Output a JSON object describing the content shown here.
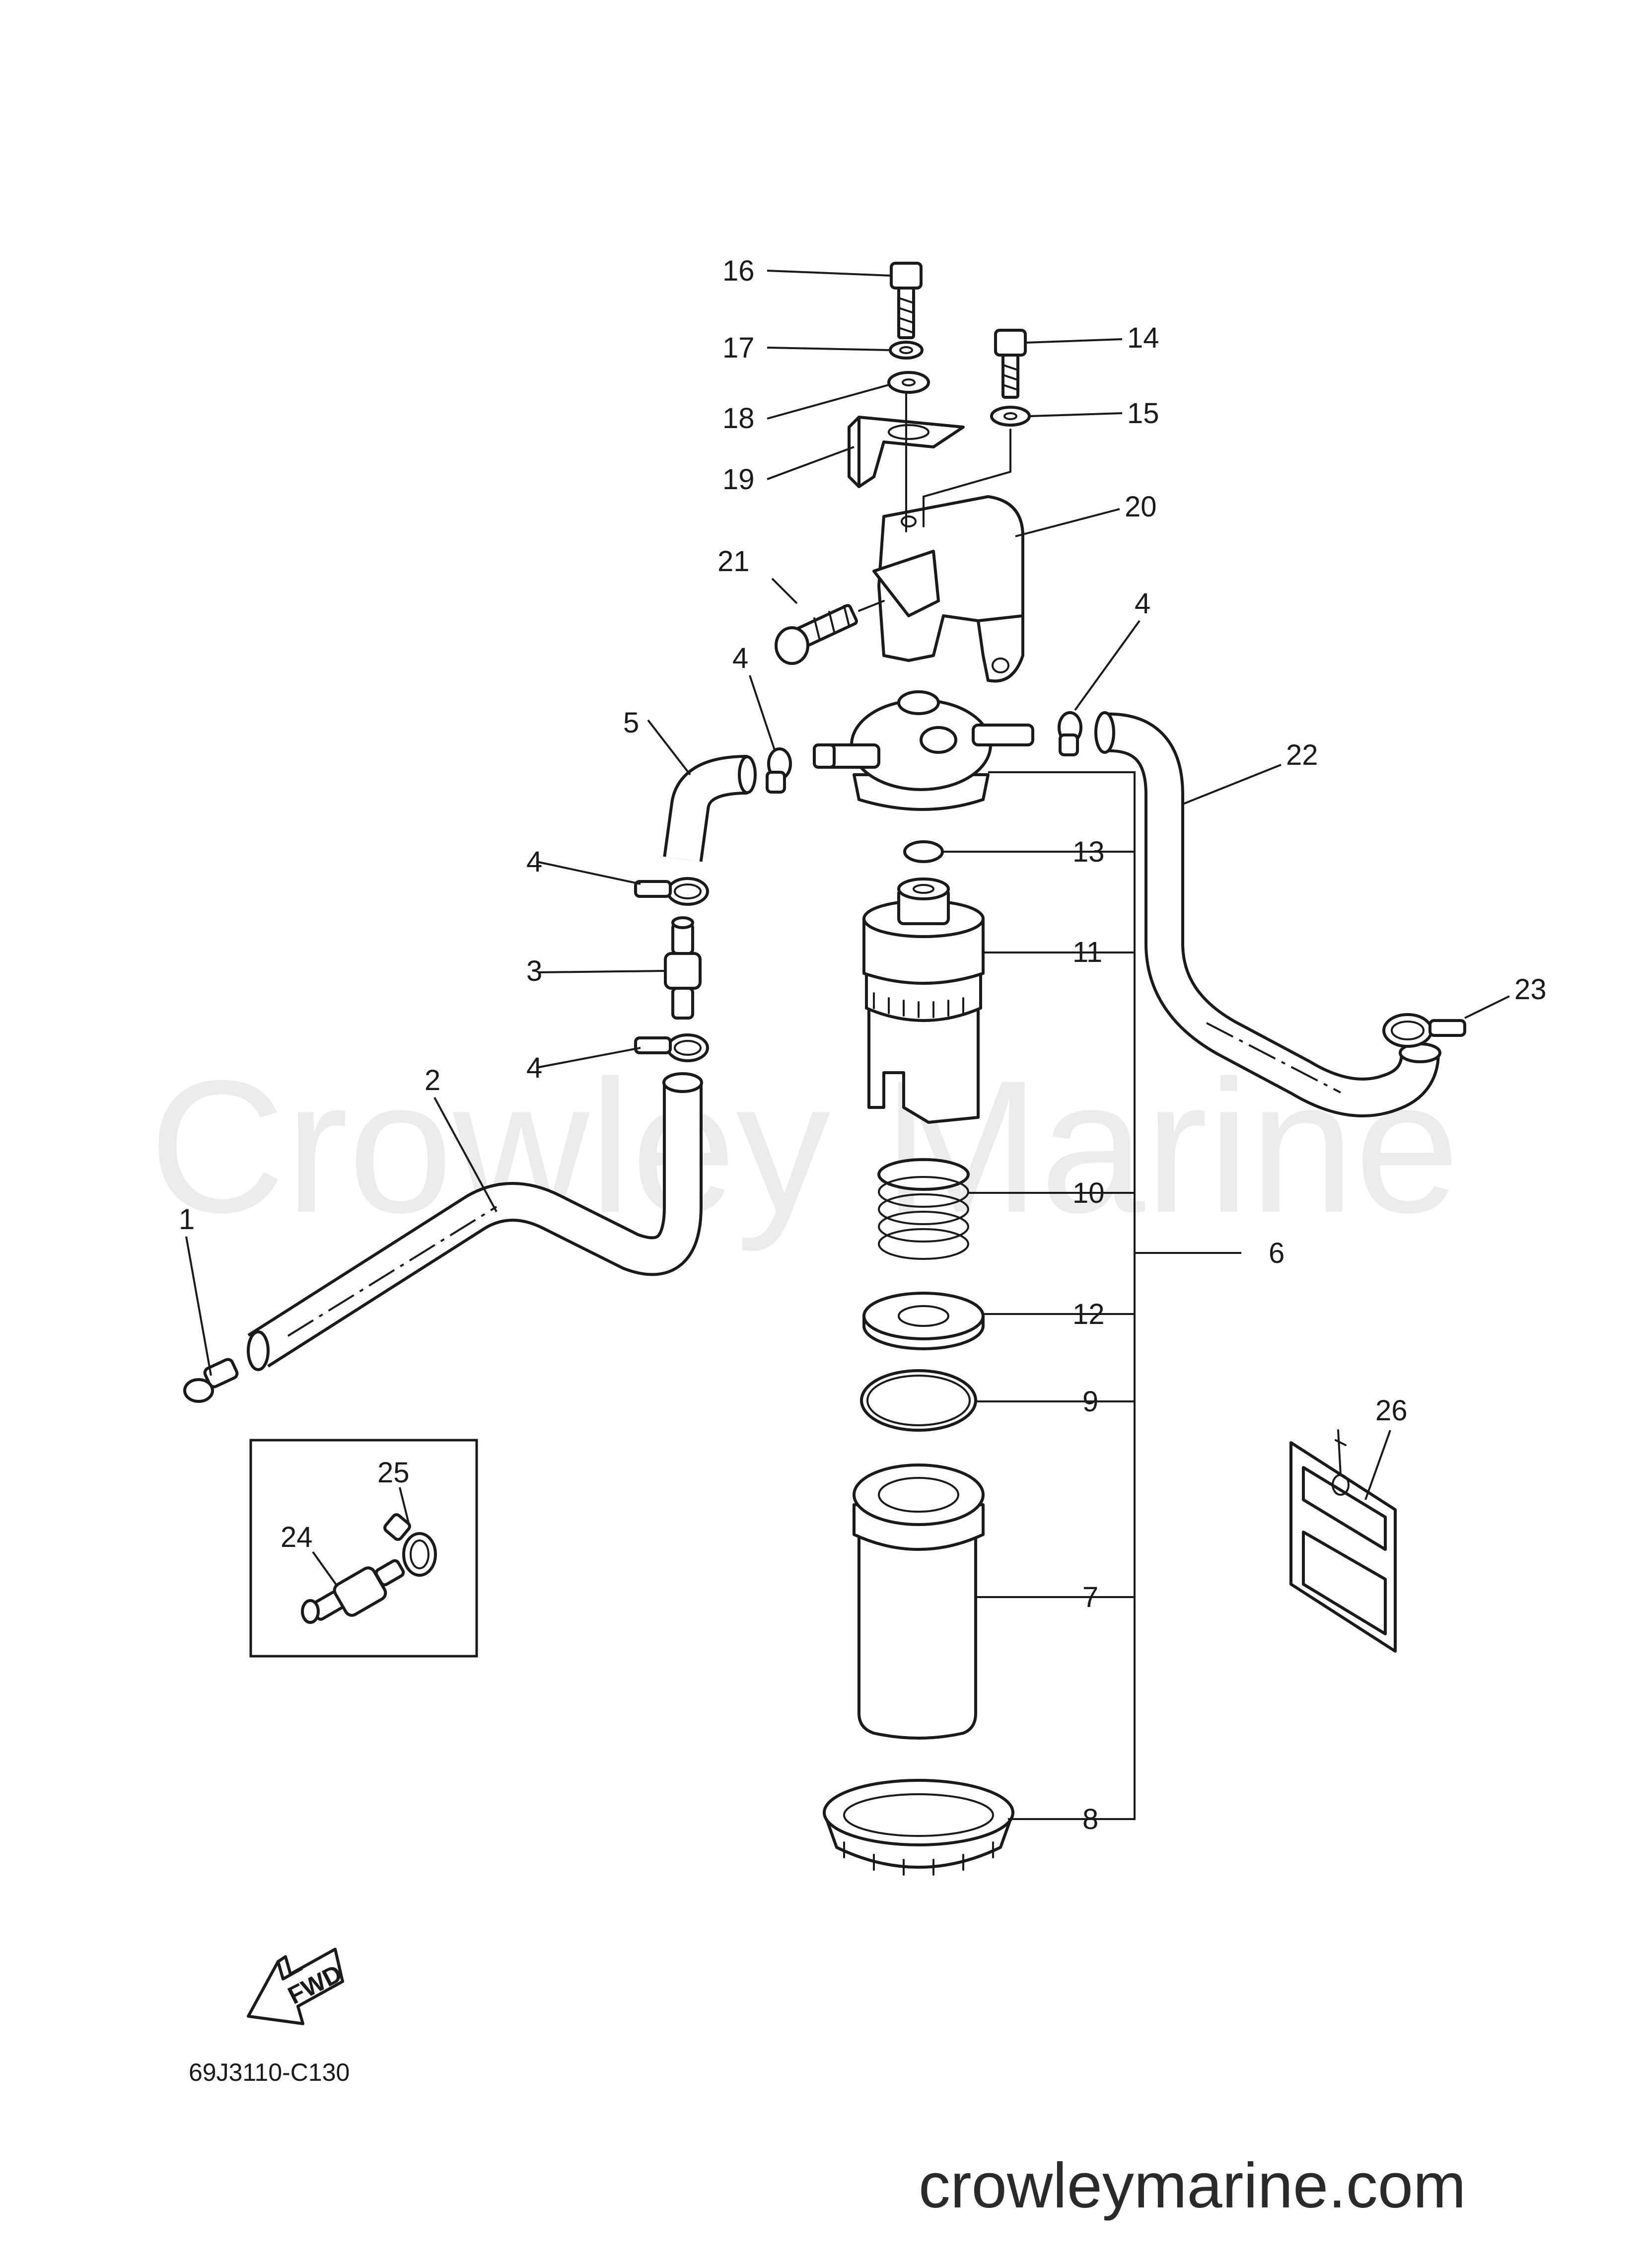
{
  "watermark": "Crowley Marine",
  "footer_url": "crowleymarine.com",
  "diagram_code": "69J3110-C130",
  "fwd_label": "FWD",
  "callouts": {
    "c1": "1",
    "c2": "2",
    "c3": "3",
    "c4a": "4",
    "c4b": "4",
    "c4c": "4",
    "c4d": "4",
    "c5": "5",
    "c6": "6",
    "c7": "7",
    "c8": "8",
    "c9": "9",
    "c10": "10",
    "c11": "11",
    "c12": "12",
    "c13": "13",
    "c14": "14",
    "c15": "15",
    "c16": "16",
    "c17": "17",
    "c18": "18",
    "c19": "19",
    "c20": "20",
    "c21": "21",
    "c22": "22",
    "c23": "23",
    "c24": "24",
    "c25": "25",
    "c26": "26"
  }
}
